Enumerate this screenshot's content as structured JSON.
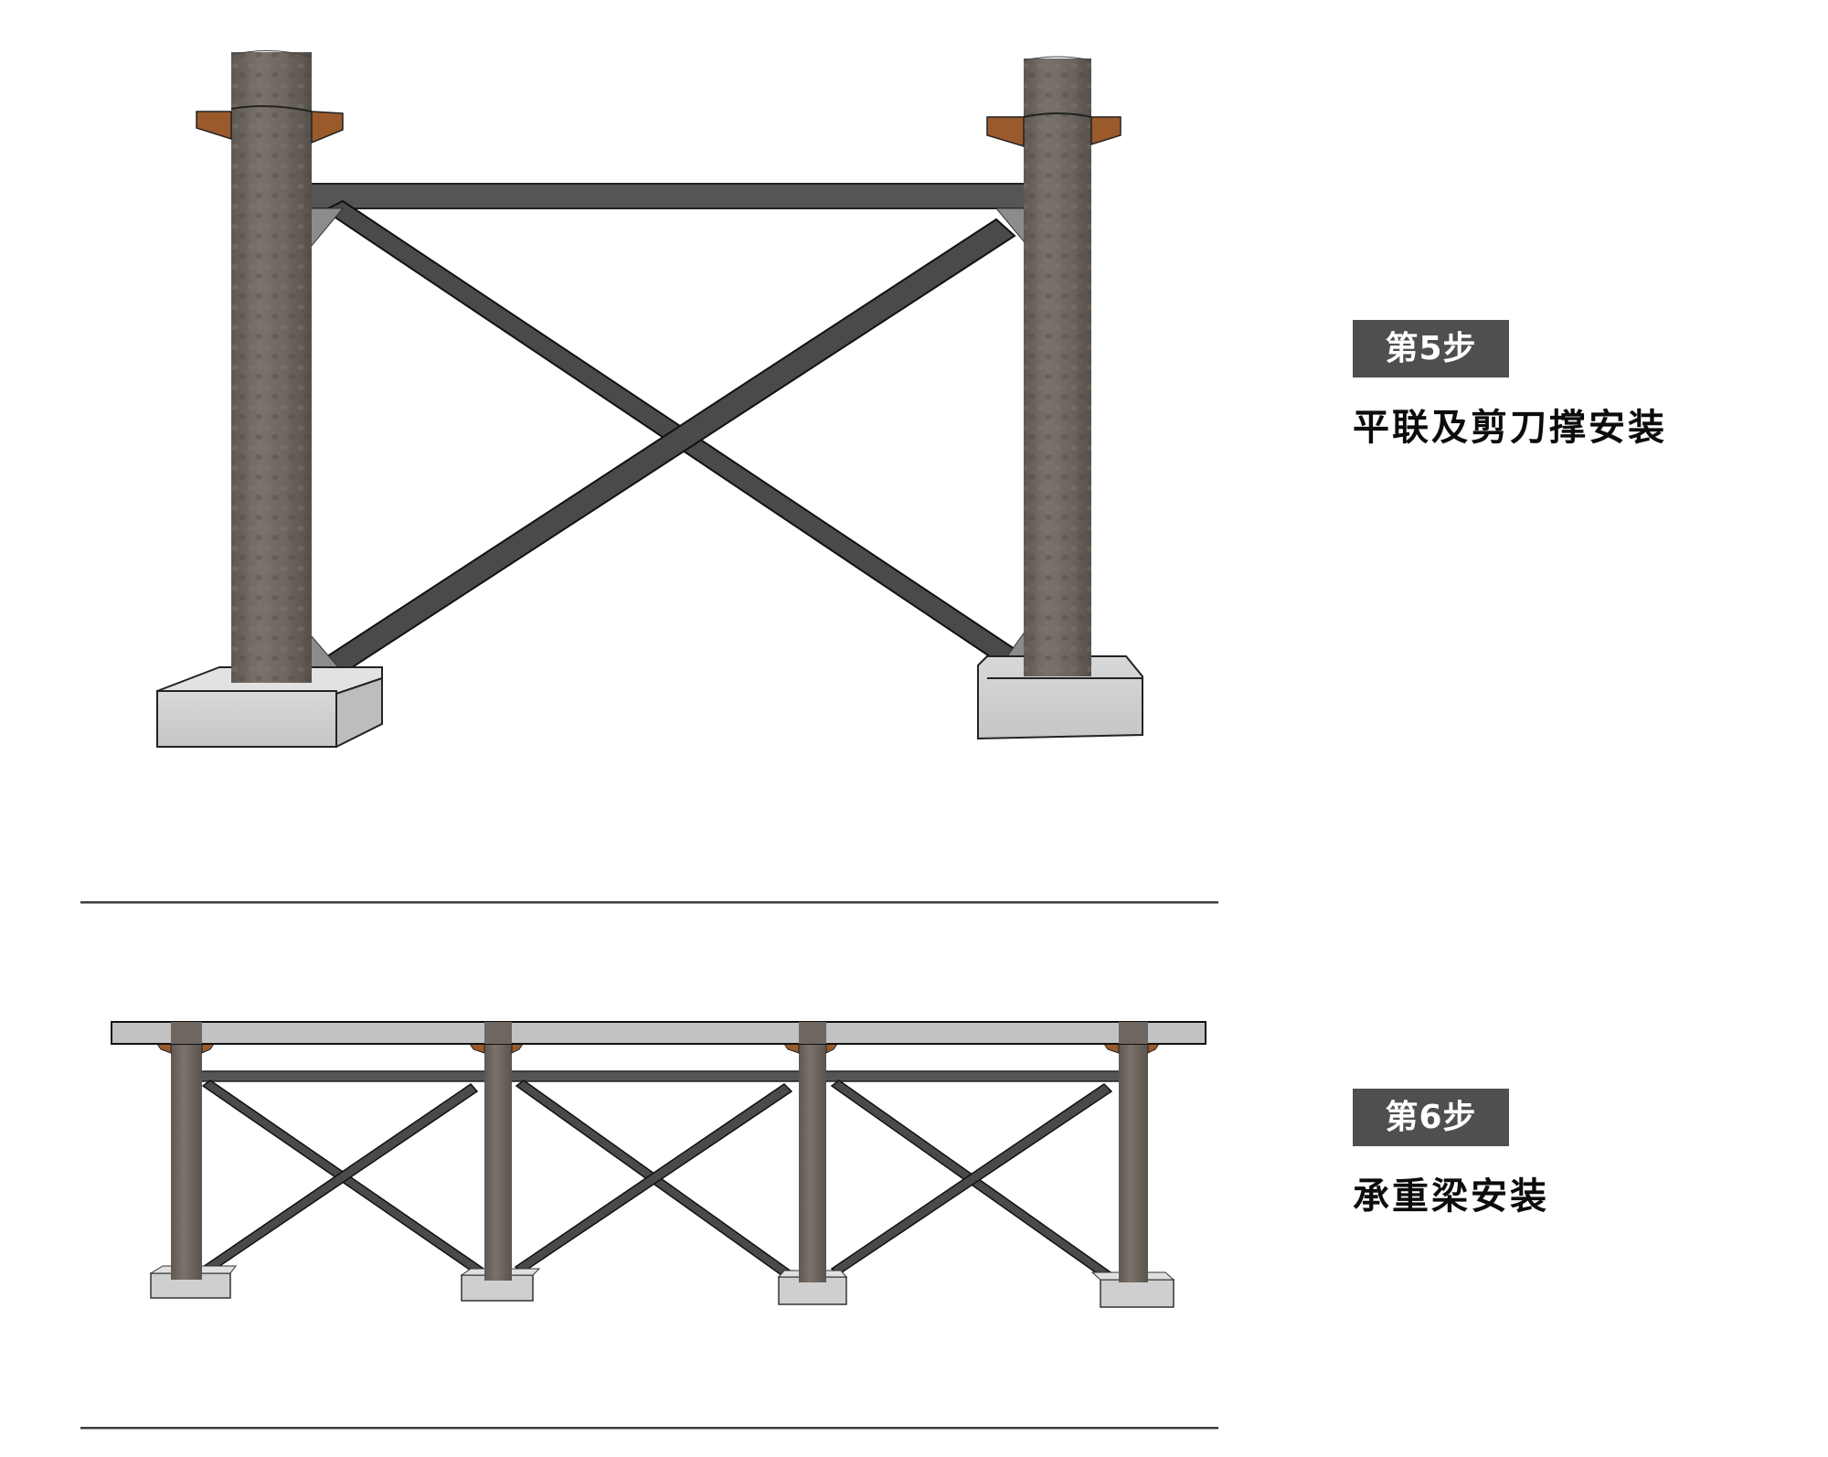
{
  "steps": [
    {
      "badge": "第5步",
      "title": "平联及剪刀撑安装",
      "diagram": "two-column-frame-with-horizontal-brace-and-cross-bracing"
    },
    {
      "badge": "第6步",
      "title": "承重梁安装",
      "diagram": "four-column-bent-with-load-bearing-beam-and-cross-bracing"
    }
  ],
  "colors": {
    "badge_bg": "#4f4f4f",
    "badge_text": "#ffffff",
    "title_text": "#0c0c0c",
    "column": "#6e6660",
    "steel_brace": "#4a4a4a",
    "gusset": "#8c8c8a",
    "corbel": "#9a5a2c",
    "concrete": "#cfcfcf",
    "beam": "#c2c2c2",
    "divider": "#3c3c3c"
  }
}
